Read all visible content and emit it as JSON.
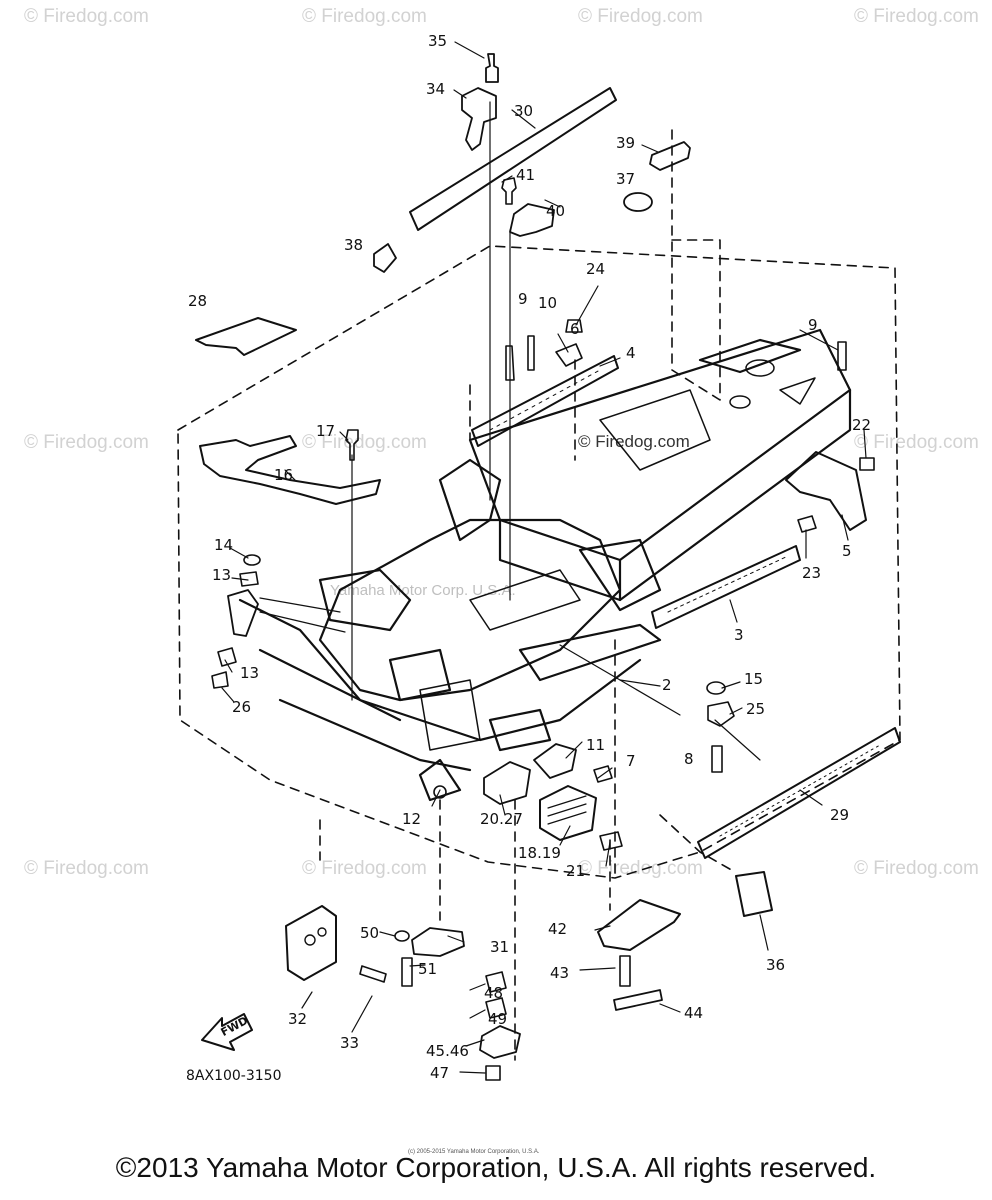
{
  "watermark": "© Firedog.com",
  "watermark_center": "Yamaha Motor Corp. U.S.A.",
  "fwd_label": "FWD",
  "diagram_code": "8AX100-3150",
  "small_copyright": "(c) 2005-2015 Yamaha Motor Corporation, U.S.A.",
  "copyright": "©2013 Yamaha Motor Corporation, U.S.A. All rights reserved.",
  "callouts": [
    "35",
    "34",
    "30",
    "39",
    "41",
    "37",
    "40",
    "38",
    "24",
    "9",
    "10",
    "6",
    "4",
    "9",
    "28",
    "17",
    "22",
    "16",
    "14",
    "13",
    "23",
    "5",
    "3",
    "13",
    "2",
    "26",
    "15",
    "25",
    "8",
    "11",
    "7",
    "12",
    "20.27",
    "18.19",
    "29",
    "21",
    "36",
    "50",
    "31",
    "42",
    "51",
    "43",
    "48",
    "32",
    "49",
    "44",
    "33",
    "45.46",
    "47"
  ]
}
